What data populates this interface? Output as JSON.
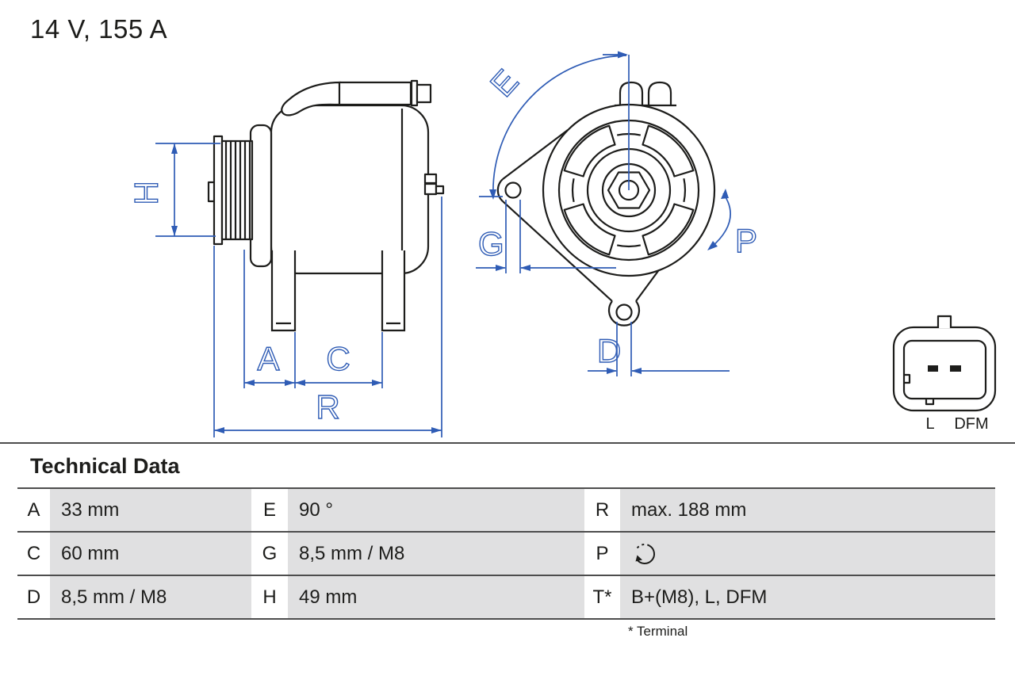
{
  "title": "14 V, 155 A",
  "diagram": {
    "dimension_labels": {
      "H": "H",
      "A": "A",
      "C": "C",
      "R": "R",
      "E": "E",
      "G": "G",
      "P": "P",
      "D": "D"
    },
    "connector_pin_labels": {
      "left": "L",
      "right": "DFM"
    },
    "colors": {
      "dimension_blue": "#2f5cb5",
      "drawing_black": "#1d1d1b",
      "table_cell_gray": "#e0e0e1"
    }
  },
  "technical_data": {
    "heading": "Technical Data",
    "footnote": "* Terminal",
    "rows": [
      {
        "c1_key": "A",
        "c1_value": "33 mm",
        "c2_key": "E",
        "c2_value": "90 °",
        "c3_key": "R",
        "c3_value": "max. 188 mm"
      },
      {
        "c1_key": "C",
        "c1_value": "60 mm",
        "c2_key": "G",
        "c2_value": "8,5 mm / M8",
        "c3_key": "P",
        "c3_value": "",
        "c3_icon": "rotation-direction-icon"
      },
      {
        "c1_key": "D",
        "c1_value": "8,5 mm / M8",
        "c2_key": "H",
        "c2_value": "49 mm",
        "c3_key": "T*",
        "c3_value": "B+(M8), L, DFM"
      }
    ]
  }
}
